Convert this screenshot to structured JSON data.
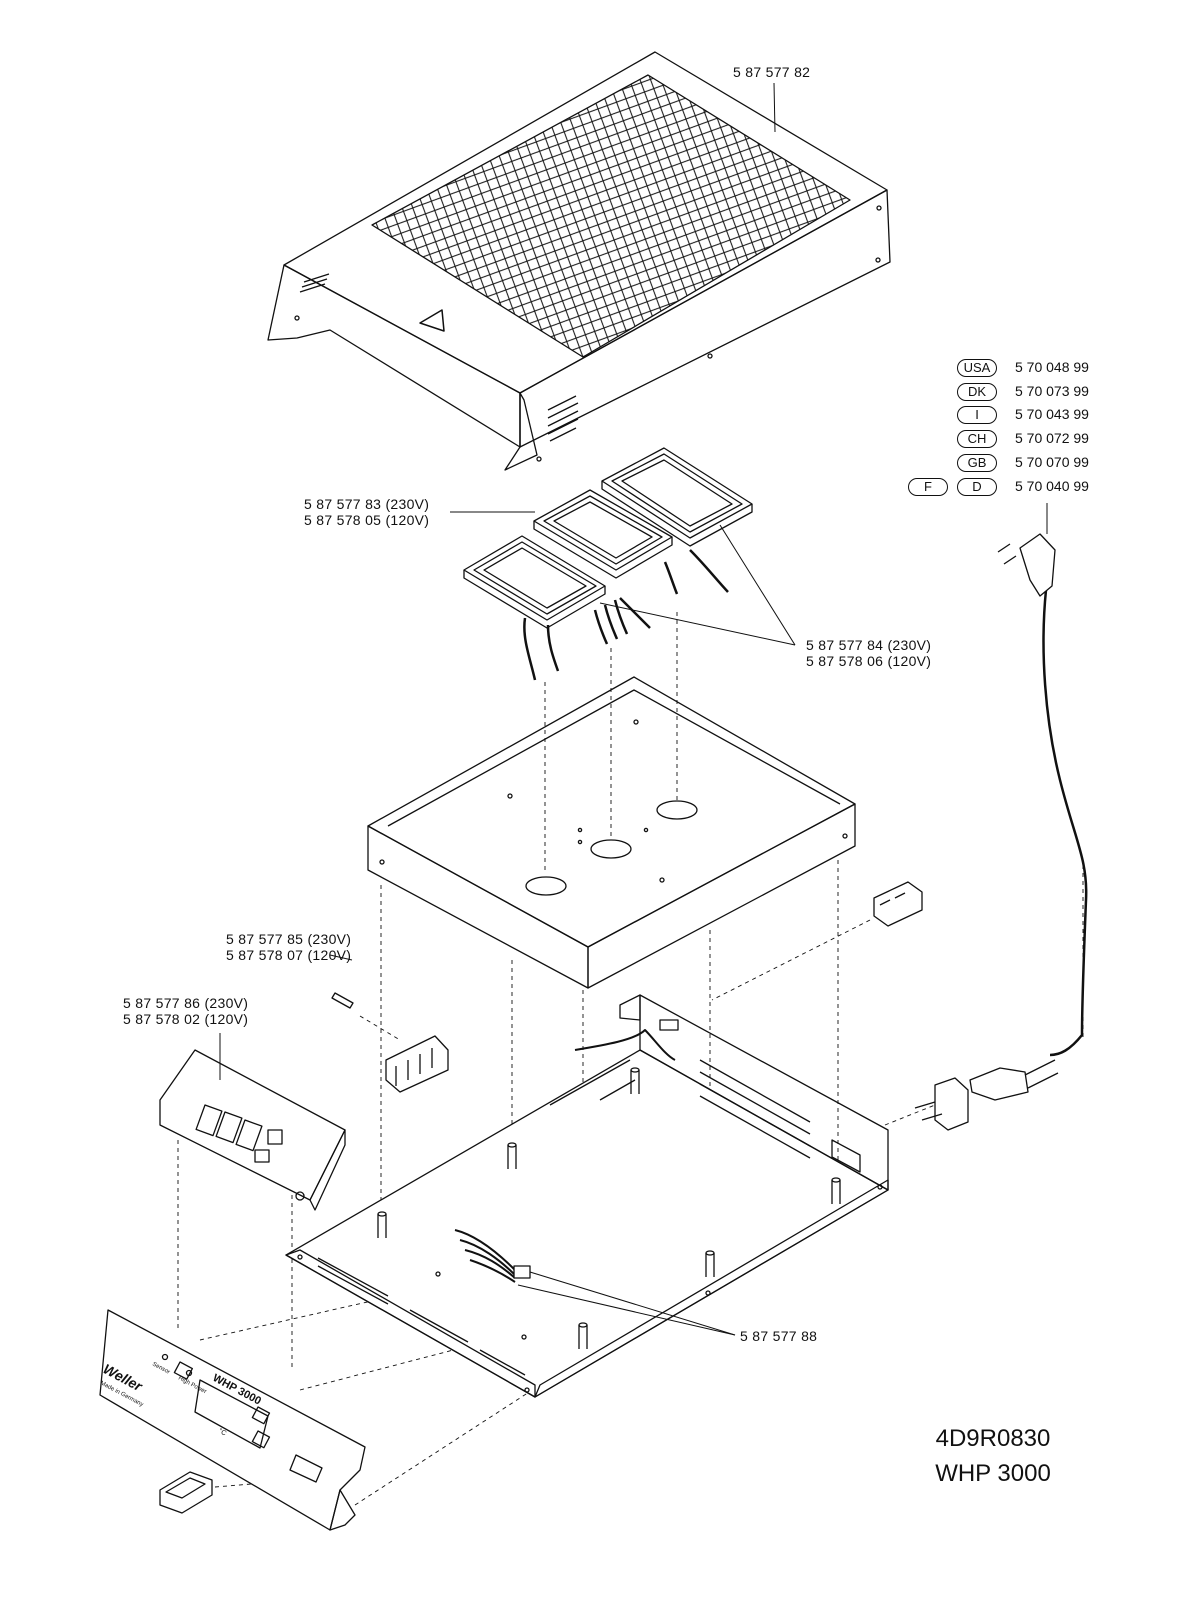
{
  "parts": {
    "cover": "5 87 577 82",
    "heater_single": [
      "5 87 577 83 (230V)",
      "5 87 578 05 (120V)"
    ],
    "heater_pair": [
      "5 87 577 84 (230V)",
      "5 87 578 06 (120V)"
    ],
    "terminal_block": [
      "5 87 577 85 (230V)",
      "5 87 578 07 (120V)"
    ],
    "control_board": [
      "5 87 577 86 (230V)",
      "5 87 578 02 (120V)"
    ],
    "cable_harness": "5 87 577 88"
  },
  "power_cords": [
    {
      "country": "USA",
      "code": "5 70 048 99"
    },
    {
      "country": "DK",
      "code": "5 70 073 99"
    },
    {
      "country": "I",
      "code": "5 70 043 99"
    },
    {
      "country": "CH",
      "code": "5 70 072 99"
    },
    {
      "country": "GB",
      "code": "5 70 070 99"
    },
    {
      "country": "D",
      "country_alt": "F",
      "code": "5 70 040 99"
    }
  ],
  "front_panel": {
    "brand": "Weller",
    "brand_sub": "Made in Germany",
    "model": "WHP 3000",
    "led_left": "Sensor",
    "led_right": "High Power",
    "unit": "°C"
  },
  "drawing_id": "4D9R0830",
  "product": "WHP 3000"
}
